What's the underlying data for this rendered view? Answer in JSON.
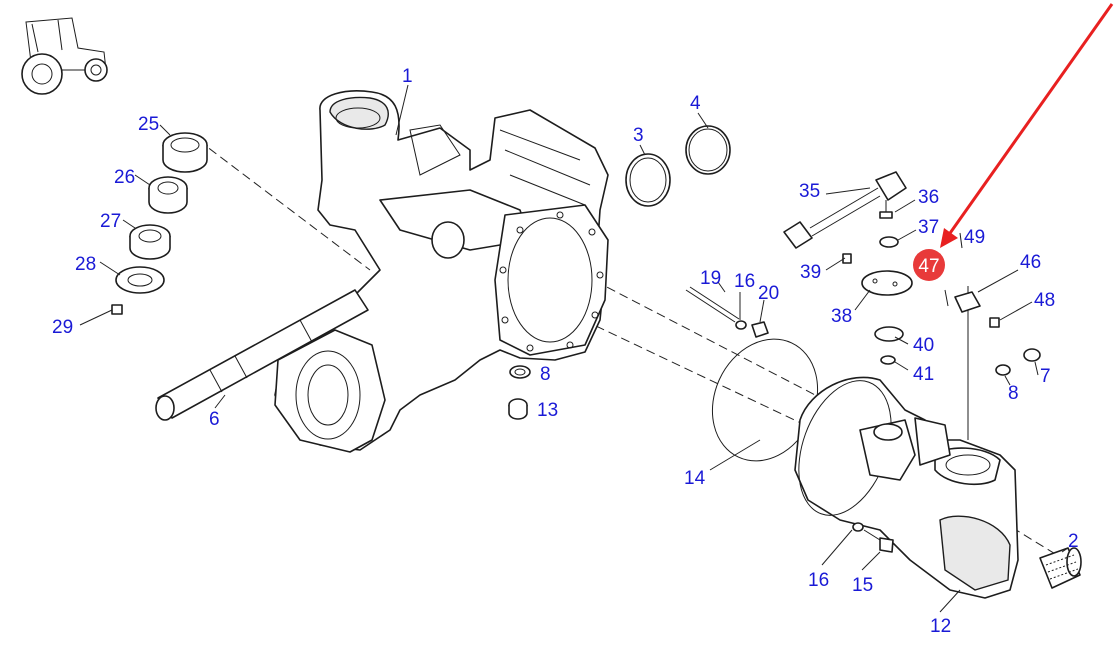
{
  "diagram": {
    "labels": [
      "1",
      "2",
      "3",
      "4",
      "6",
      "7",
      "8",
      "8",
      "12",
      "13",
      "14",
      "15",
      "16",
      "16",
      "19",
      "20",
      "25",
      "26",
      "27",
      "28",
      "29",
      "35",
      "36",
      "37",
      "38",
      "39",
      "40",
      "41",
      "46",
      "48",
      "49"
    ],
    "highlight": {
      "label": "47",
      "color": "#e83a3a"
    },
    "arrow_color": "#e82020",
    "label_color": "#1a1ad6"
  }
}
